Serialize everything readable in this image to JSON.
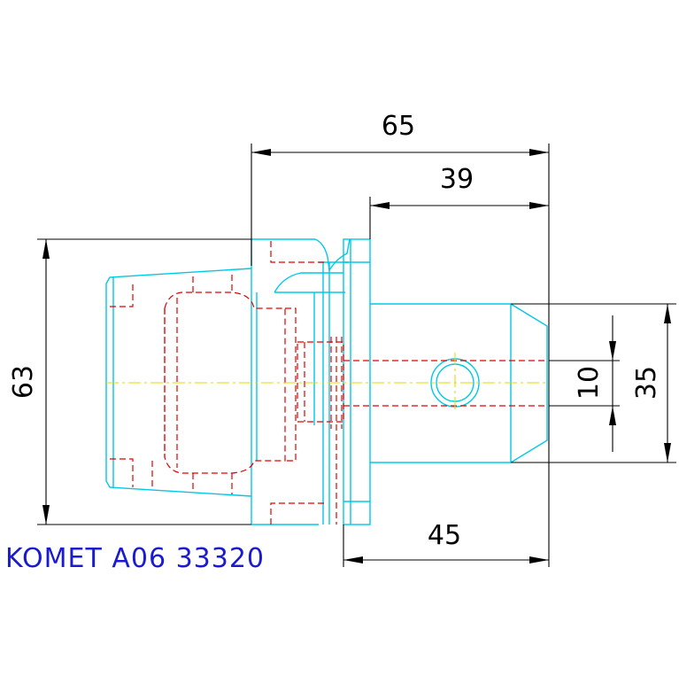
{
  "drawing": {
    "caption": "KOMET A06 33320",
    "colors": {
      "outline": "#00c8e6",
      "hidden": "#e00000",
      "centerline": "#e6d800",
      "dimension": "#000000",
      "caption": "#1a1ad0"
    }
  },
  "dimensions": {
    "overall_length": "65",
    "shank_length": "39",
    "flange_diameter": "63",
    "hole_diameter": "10",
    "shank_diameter": "35",
    "gauge_length": "45"
  }
}
